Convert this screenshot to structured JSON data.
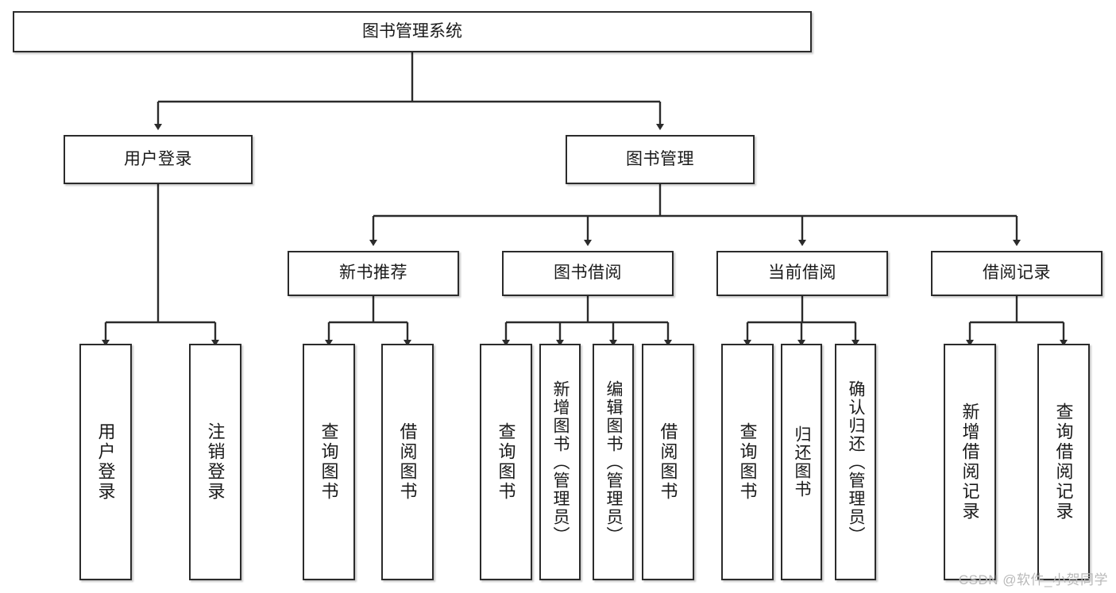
{
  "diagram": {
    "title": "图书管理系统",
    "type": "tree",
    "watermark": "CSDN @软件_小贺同学",
    "line_color": "#2b2b2b",
    "box_fill": "#ffffff",
    "text_color": "#1a1a1a",
    "nodes": {
      "root": {
        "label": "图书管理系统"
      },
      "level2": [
        {
          "id": "user-login",
          "label": "用户登录"
        },
        {
          "id": "book-manage",
          "label": "图书管理"
        }
      ],
      "level3": [
        {
          "id": "new-book-recommend",
          "label": "新书推荐"
        },
        {
          "id": "book-borrow",
          "label": "图书借阅"
        },
        {
          "id": "current-borrow",
          "label": "当前借阅"
        },
        {
          "id": "borrow-record",
          "label": "借阅记录"
        }
      ],
      "leaves": [
        {
          "id": "leaf-user-login",
          "label": "用户登录",
          "parent": "user-login"
        },
        {
          "id": "leaf-logout",
          "label": "注销登录",
          "parent": "user-login"
        },
        {
          "id": "leaf-query-book-1",
          "label": "查询图书",
          "parent": "new-book-recommend"
        },
        {
          "id": "leaf-borrow-book-1",
          "label": "借阅图书",
          "parent": "new-book-recommend"
        },
        {
          "id": "leaf-query-book-2",
          "label": "查询图书",
          "parent": "book-borrow"
        },
        {
          "id": "leaf-add-book",
          "label": "新增图书（管理员）",
          "parent": "book-borrow"
        },
        {
          "id": "leaf-edit-book",
          "label": "编辑图书（管理员）",
          "parent": "book-borrow"
        },
        {
          "id": "leaf-borrow-book-2",
          "label": "借阅图书",
          "parent": "book-borrow"
        },
        {
          "id": "leaf-query-book-3",
          "label": "查询图书",
          "parent": "current-borrow"
        },
        {
          "id": "leaf-return-book",
          "label": "归还图书",
          "parent": "current-borrow"
        },
        {
          "id": "leaf-confirm-return",
          "label": "确认归还（管理员）",
          "parent": "current-borrow"
        },
        {
          "id": "leaf-add-record",
          "label": "新增借阅记录",
          "parent": "borrow-record"
        },
        {
          "id": "leaf-query-record",
          "label": "查询借阅记录",
          "parent": "borrow-record"
        }
      ]
    }
  }
}
